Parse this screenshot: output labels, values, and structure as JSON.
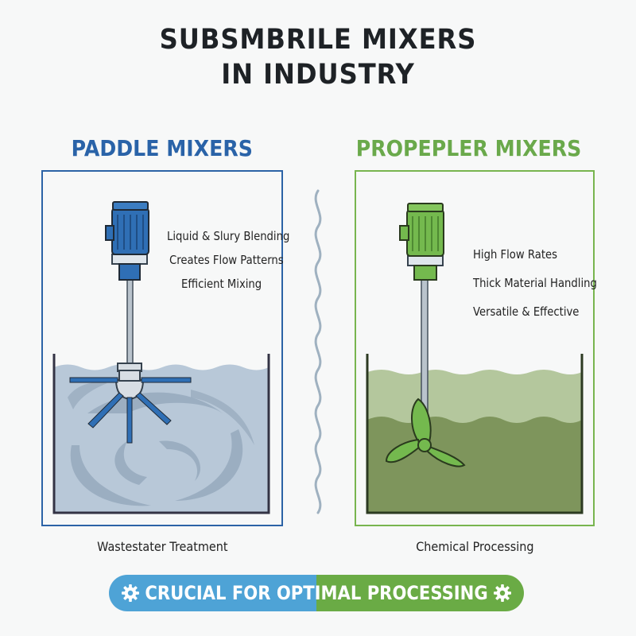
{
  "title": {
    "line1": "SUBSMBRILE MIXERS",
    "line2": "IN INDUSTRY"
  },
  "left_panel": {
    "heading": "PADDLE MIXERS",
    "features": [
      "Liquid & Slury Blending",
      "Creates Flow Patterns",
      "Efficient Mixing"
    ],
    "caption": "Wastestater Treatment",
    "color": "#2c63a6",
    "motor_color": "#2f6fb5",
    "liquid_color": "#b9c8d6"
  },
  "right_panel": {
    "heading": "PROPEPLER MIXERS",
    "features": [
      "High Flow Rates",
      "Thick Material Handling",
      "Versatile & Effective"
    ],
    "caption": "Chemical Processing",
    "color": "#78b54f",
    "motor_color": "#74b94e",
    "liquid_color": "#7e955c"
  },
  "banner": {
    "text": "CRUCIAL FOR OPTIMAL PROCESSING",
    "left_color": "#4ea3d6",
    "right_color": "#6aab45",
    "icon": "gear-icon"
  },
  "divider": {
    "icon": "wavy-line"
  }
}
